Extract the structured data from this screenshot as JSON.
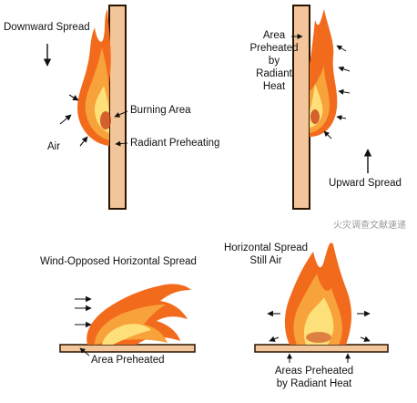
{
  "panels": {
    "downward": {
      "title": "Downward Spread",
      "burning_area": "Burning Area",
      "air": "Air",
      "radiant_preheating": "Radiant Preheating"
    },
    "upward": {
      "preheated_lines": [
        "Area",
        "Preheated",
        "by",
        "Radiant",
        "Heat"
      ],
      "title": "Upward Spread"
    },
    "wind_opposed": {
      "title": "Wind-Opposed Horizontal Spread",
      "area_preheated": "Area Preheated"
    },
    "still_air": {
      "title_lines": [
        "Horizontal Spread",
        "Still Air"
      ],
      "preheated_lines": [
        "Areas Preheated",
        "by Radiant Heat"
      ]
    }
  },
  "watermark": "火灾调查文献速递",
  "colors": {
    "wall": "#f3c59a",
    "wall_edge": "#2a1400",
    "flame_outer": "#f26a1b",
    "flame_mid": "#f7a23a",
    "flame_inner": "#fde07a",
    "ember": "#c9401c"
  }
}
